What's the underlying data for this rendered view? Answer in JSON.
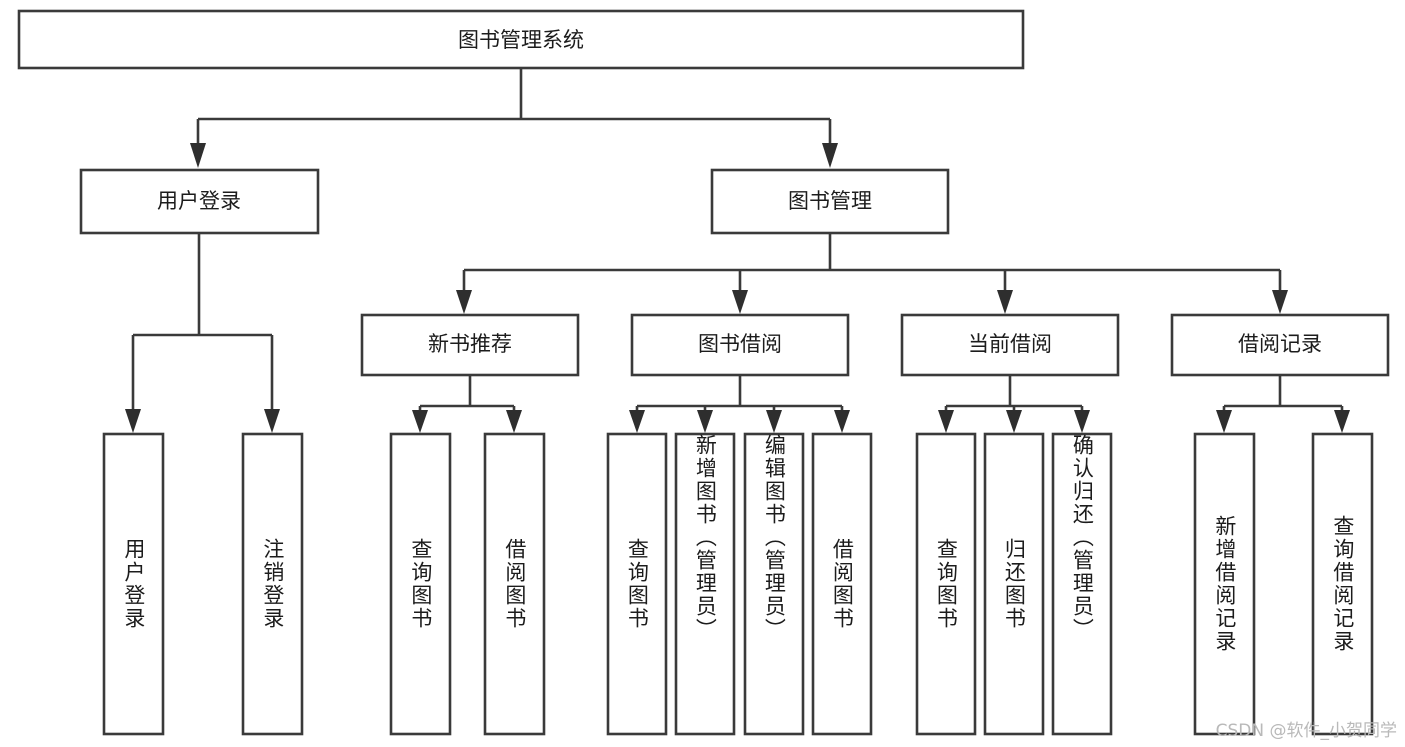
{
  "diagram": {
    "type": "tree-hierarchy",
    "title": "图书管理系统",
    "watermark": "CSDN @软件_小贺同学",
    "colors": {
      "box_stroke": "#3a3a3a",
      "box_fill": "#ffffff",
      "connector": "#3a3a3a",
      "text": "#1c1c1c",
      "watermark": "#b9b9b9",
      "background": "#ffffff"
    },
    "root": {
      "label": "图书管理系统"
    },
    "level2": [
      {
        "label": "用户登录"
      },
      {
        "label": "图书管理"
      }
    ],
    "level3": [
      {
        "label": "新书推荐"
      },
      {
        "label": "图书借阅"
      },
      {
        "label": "当前借阅"
      },
      {
        "label": "借阅记录"
      }
    ],
    "leaves": {
      "user_login": [
        {
          "label": "用户登录"
        },
        {
          "label": "注销登录"
        }
      ],
      "new_book_recommend": [
        {
          "label": "查询图书"
        },
        {
          "label": "借阅图书"
        }
      ],
      "book_borrow": [
        {
          "label": "查询图书"
        },
        {
          "label": "新增图书（管理员）"
        },
        {
          "label": "编辑图书（管理员）"
        },
        {
          "label": "借阅图书"
        }
      ],
      "current_borrow": [
        {
          "label": "查询图书"
        },
        {
          "label": "归还图书"
        },
        {
          "label": "确认归还（管理员）"
        }
      ],
      "borrow_records": [
        {
          "label": "新增借阅记录"
        },
        {
          "label": "查询借阅记录"
        }
      ]
    }
  }
}
